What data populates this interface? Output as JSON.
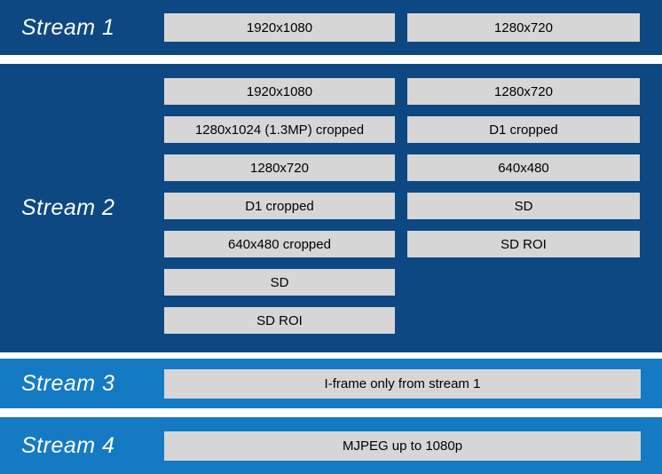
{
  "colors": {
    "band_dark_blue": "#0d4882",
    "band_light_blue": "#147ac4",
    "box_gray": "#d6d6d6",
    "label_text": "#ffffff",
    "box_text": "#000000",
    "page_background": "#ffffff"
  },
  "streams": [
    {
      "label": "Stream 1",
      "boxes": [
        "1920x1080",
        "1280x720"
      ]
    },
    {
      "label": "Stream 2",
      "left_column": [
        "1920x1080",
        "1280x1024 (1.3MP) cropped",
        "1280x720",
        "D1 cropped",
        "640x480 cropped",
        "SD",
        "SD ROI"
      ],
      "right_column": [
        "1280x720",
        "D1 cropped",
        "640x480",
        "SD",
        "SD ROI"
      ]
    },
    {
      "label": "Stream 3",
      "boxes": [
        "I-frame only from stream 1"
      ]
    },
    {
      "label": "Stream 4",
      "boxes": [
        "MJPEG up to 1080p"
      ]
    }
  ]
}
